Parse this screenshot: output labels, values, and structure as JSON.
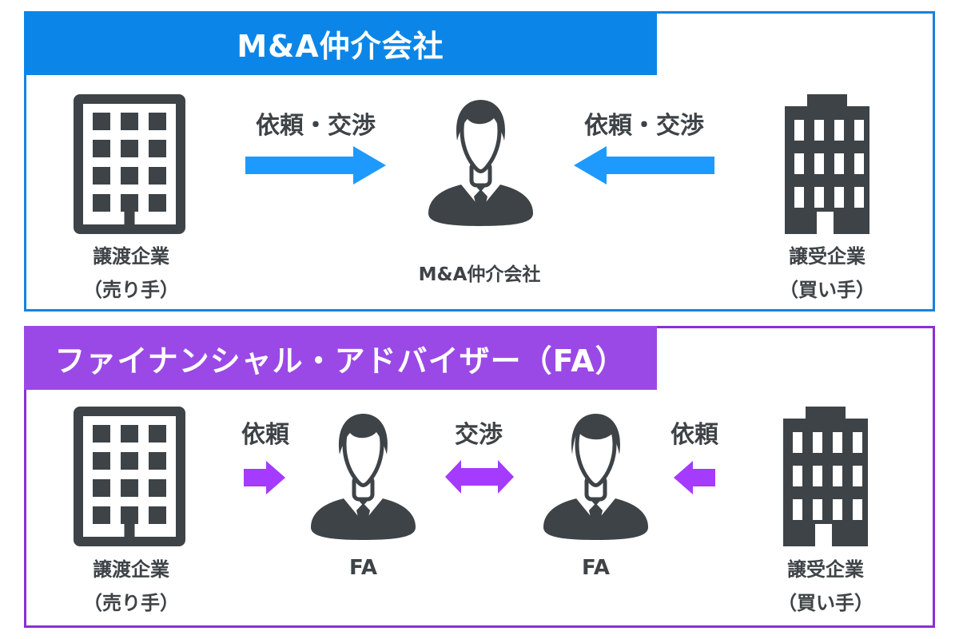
{
  "colors": {
    "dark": "#3e4347",
    "blue_header": "#0b86e8",
    "blue_border": "#1583dd",
    "blue_arrow": "#1e9aff",
    "purple_header": "#9a49e6",
    "purple_border": "#8c2fd6",
    "purple_arrow": "#a43bff"
  },
  "panels": [
    {
      "title": "M&A仲介会社",
      "seller": {
        "name": "譲渡企業",
        "role": "（売り手）"
      },
      "buyer": {
        "name": "譲受企業",
        "role": "（買い手）"
      },
      "intermediary": {
        "name": "M&A仲介会社"
      },
      "seller_arrow_label": "依頼・交渉",
      "buyer_arrow_label": "依頼・交渉"
    },
    {
      "title": "ファイナンシャル・アドバイザー（FA）",
      "seller": {
        "name": "譲渡企業",
        "role": "（売り手）"
      },
      "buyer": {
        "name": "譲受企業",
        "role": "（買い手）"
      },
      "fa_seller": {
        "name": "FA"
      },
      "fa_buyer": {
        "name": "FA"
      },
      "seller_arrow_label": "依頼",
      "center_arrow_label": "交渉",
      "buyer_arrow_label": "依頼"
    }
  ]
}
